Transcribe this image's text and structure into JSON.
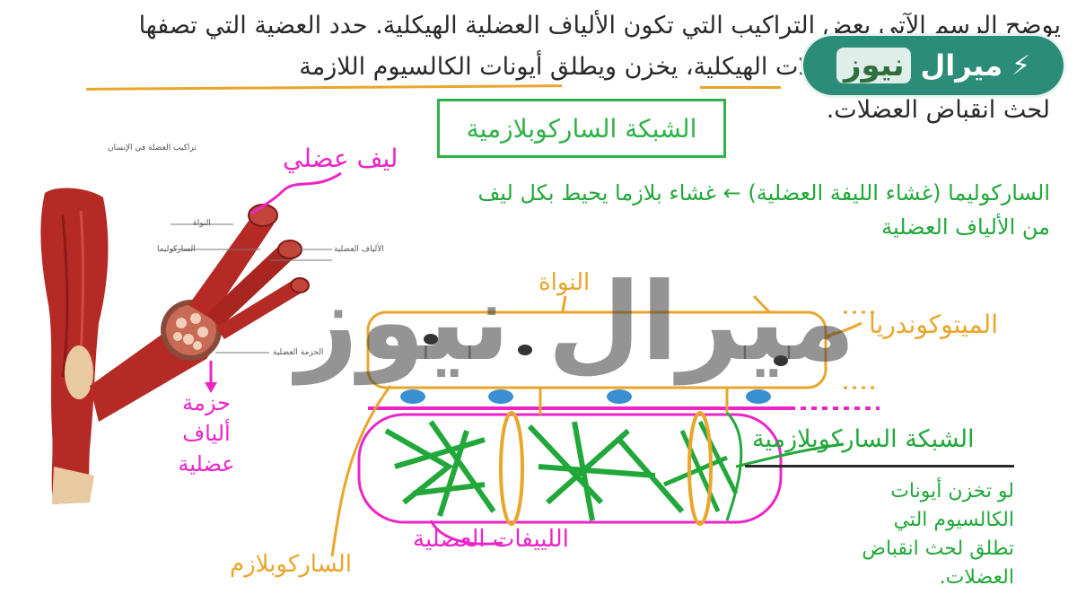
{
  "question": {
    "line1": "يوضح الرسم الآتي بعض التراكيب التي تكون الألياف العضلية الهيكلية. حدد العضية التي تصفها",
    "line2": "العبارة: تتوجد داخل العضلات الهيكلية، يخزن ويطلق أيونات الكالسيوم اللازمة",
    "line3": "لحث انقباض العضلات."
  },
  "answer": "الشبكة الساركوبلازمية",
  "labels": {
    "muscle_fiber": "ليف عضلي",
    "fiber_bundle": "حزمة ألياف عضلية",
    "sarcolemma": "الساركوليما (غشاء الليفة العضلية) ← غشاء بلازما يحيط بكل ليف من الألياف العضلية",
    "nucleus": "النواة",
    "mitochondria": "الميتوكوندريا",
    "sr_title": "الشبكة الساركوبلازمية",
    "sr_desc": "لو تخزن أيونات الكالسيوم التي تطلق لحث انقباض العضلات.",
    "myofibrils": "اللييفات العضلية",
    "sarcoplasm": "الساركوبلازم"
  },
  "muscle_small_labels": {
    "title": "تراكيب العضلة في الإنسان",
    "l1": "النواة",
    "l2": "الساركوليما",
    "l3": "الألياف العضلية",
    "l4": "الحزمة العضلية"
  },
  "logo": {
    "white_text": "ميرال",
    "accent_text": "نيوز",
    "icon": "lightning-bolt-icon"
  },
  "watermark": "ميرال نيوز",
  "colors": {
    "green": "#22a83a",
    "orange": "#eaa52b",
    "pink": "#ec24c8",
    "muscle": "#b52a25",
    "logo_bg": "#2b8c78",
    "logo_accent": "#2f6f3e"
  }
}
